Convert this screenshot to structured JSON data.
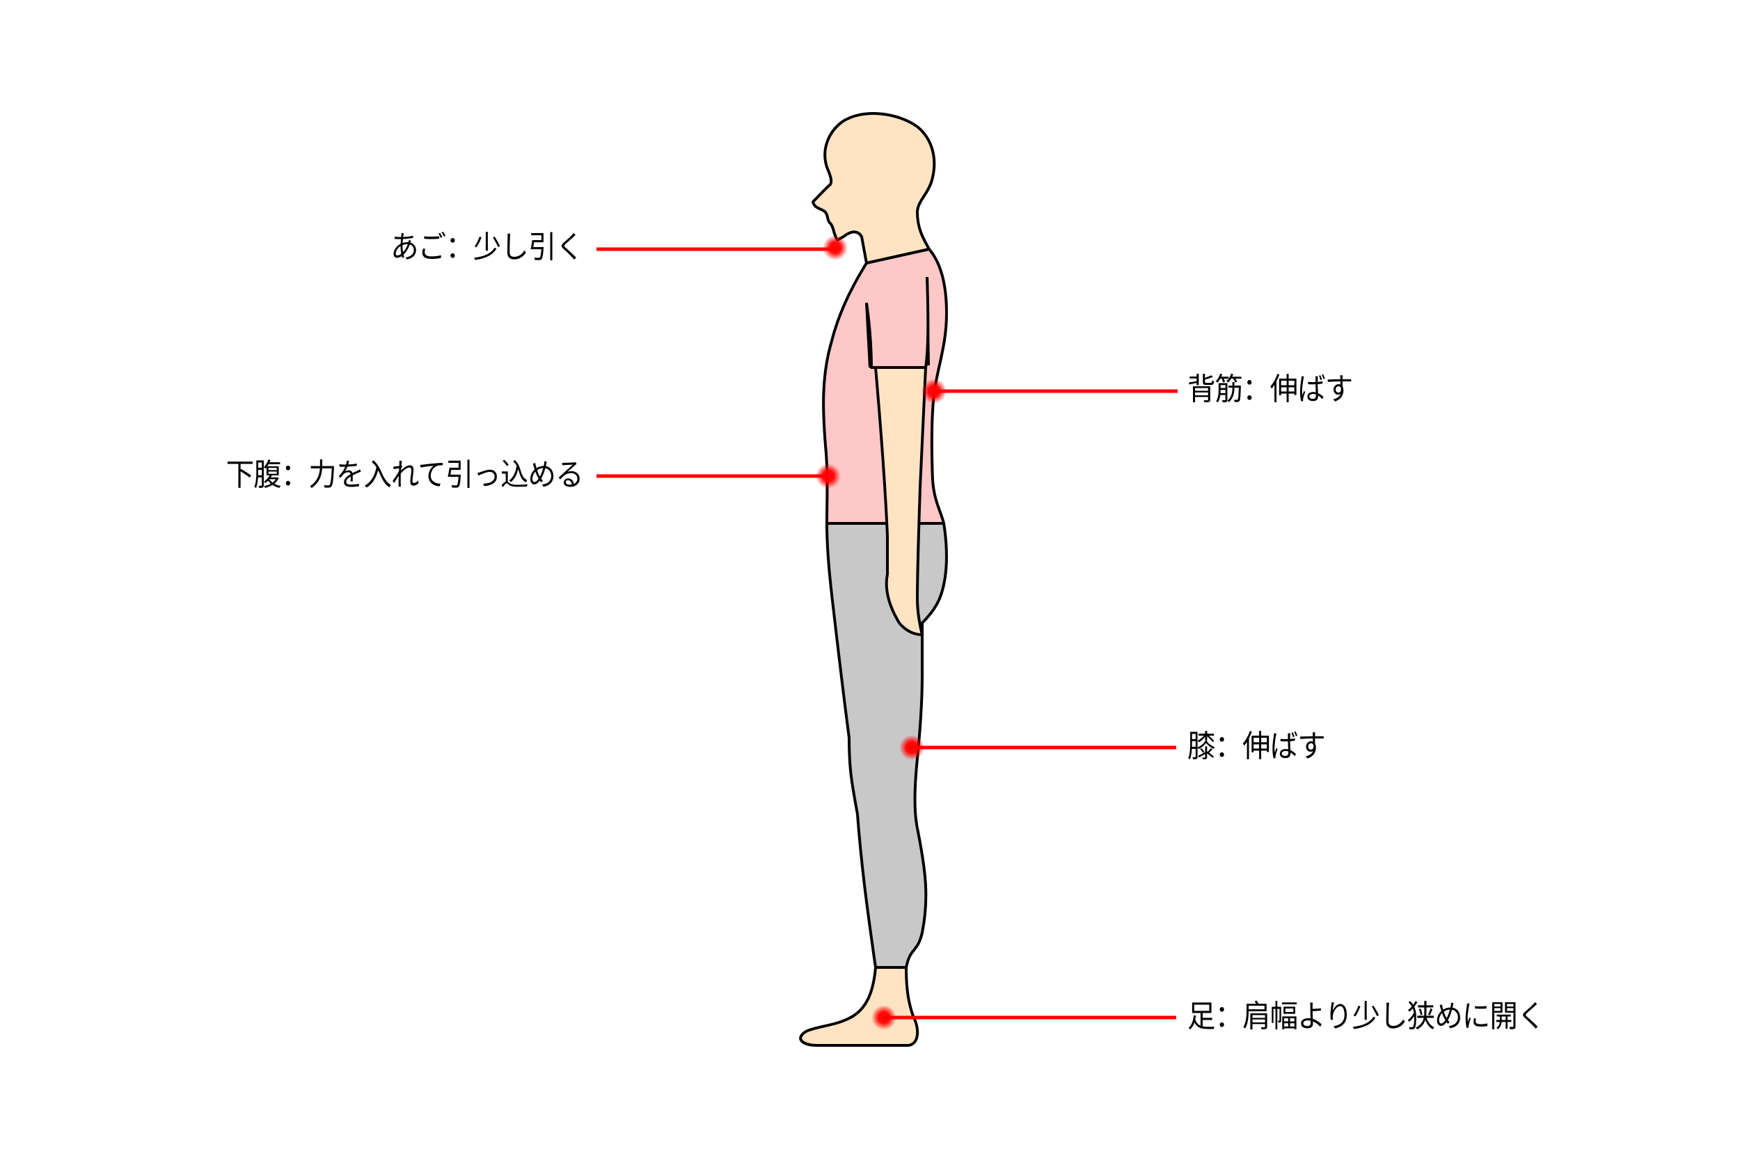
{
  "colors": {
    "skin": "#FFE4C4",
    "shirt": "#FFC8C8",
    "pants": "#C8C8C8",
    "outline": "#000000",
    "pointer": "#FF0000"
  },
  "annotations": [
    {
      "id": "chin",
      "part": "あご",
      "instruction": "少し引く",
      "text": "あご：少し引く",
      "side": "left"
    },
    {
      "id": "back",
      "part": "背筋",
      "instruction": "伸ばす",
      "text": "背筋：伸ばす",
      "side": "right"
    },
    {
      "id": "abdomen",
      "part": "下腹",
      "instruction": "力を入れて引っ込める",
      "text": "下腹：力を入れて引っ込める",
      "side": "left"
    },
    {
      "id": "knee",
      "part": "膝",
      "instruction": "伸ばす",
      "text": "膝：伸ばす",
      "side": "right"
    },
    {
      "id": "feet",
      "part": "足",
      "instruction": "肩幅より少し狭めに開く",
      "text": "足：肩幅より少し狭めに開く",
      "side": "right"
    }
  ]
}
